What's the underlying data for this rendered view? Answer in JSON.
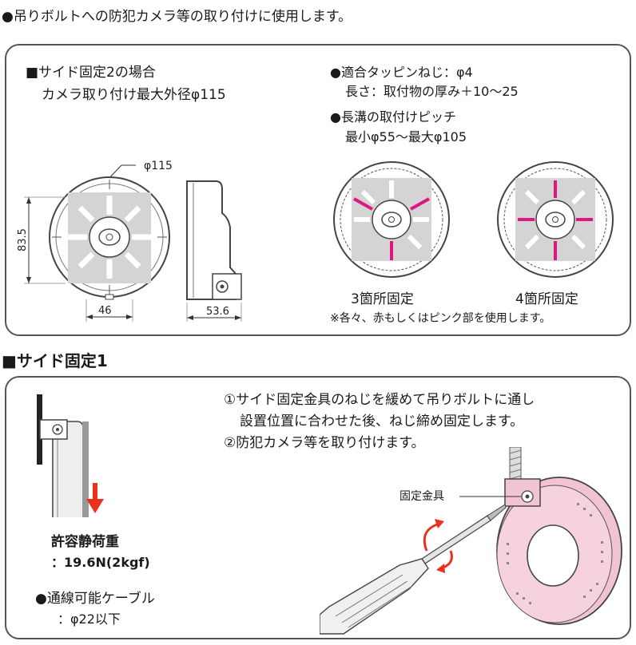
{
  "intro": "●吊りボルトへの防犯カメラ等の取り付けに使用します。",
  "panel1": {
    "heading": "■サイド固定2の場合",
    "subheading": "カメラ取り付け最大外径φ115",
    "dim_dia": "φ115",
    "dim_height": "83.5",
    "dim_width": "46",
    "dim_depth": "53.6",
    "screw_title": "●適合タッピンねじ：φ4",
    "screw_length": "長さ：取付物の厚み＋10〜25",
    "pitch_title": "●長溝の取付けピッチ",
    "pitch_range": "最小φ55〜最大φ105",
    "fix3_label": "3箇所固定",
    "fix4_label": "4箇所固定",
    "note": "※各々、赤もしくはピンク部を使用します。",
    "pink_color": "#e0157f"
  },
  "section2": {
    "heading": "■サイド固定1"
  },
  "panel2": {
    "load_title": "許容静荷重",
    "load_value": "：19.6N(2kgf)",
    "cable_title": "●通線可能ケーブル",
    "cable_value": "：φ22以下",
    "step1_line1": "①サイド固定金具のねじを緩めて吊りボルトに通し",
    "step1_line2": "設置位置に合わせた後、ねじ締め固定します。",
    "step2": "②防犯カメラ等を取り付けます。",
    "bracket_label": "固定金具",
    "arrow_color": "#e8321e",
    "product_color": "#f2c4d2"
  }
}
